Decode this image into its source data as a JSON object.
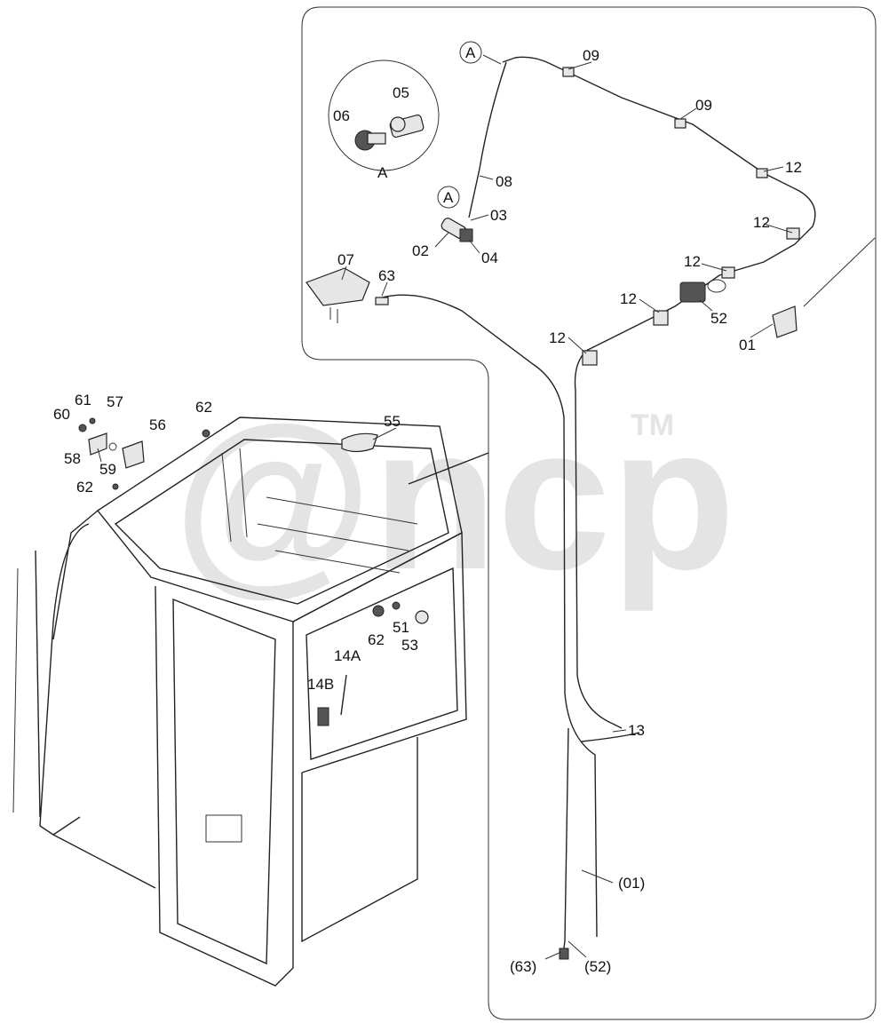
{
  "watermark": {
    "text": "@ncp",
    "trademark": "TM"
  },
  "detail_view": {
    "name": "A",
    "callouts": [
      "06",
      "05"
    ]
  },
  "cable_callouts": [
    "A",
    "A",
    "09",
    "09",
    "12",
    "12",
    "12",
    "12",
    "12",
    "08",
    "03",
    "02",
    "04",
    "07",
    "63",
    "52",
    "01",
    "13",
    "(01)",
    "(63)",
    "(52)"
  ],
  "cab_callouts": [
    "61",
    "57",
    "60",
    "56",
    "58",
    "59",
    "62",
    "62",
    "55",
    "62",
    "51",
    "53",
    "14A",
    "14B"
  ]
}
